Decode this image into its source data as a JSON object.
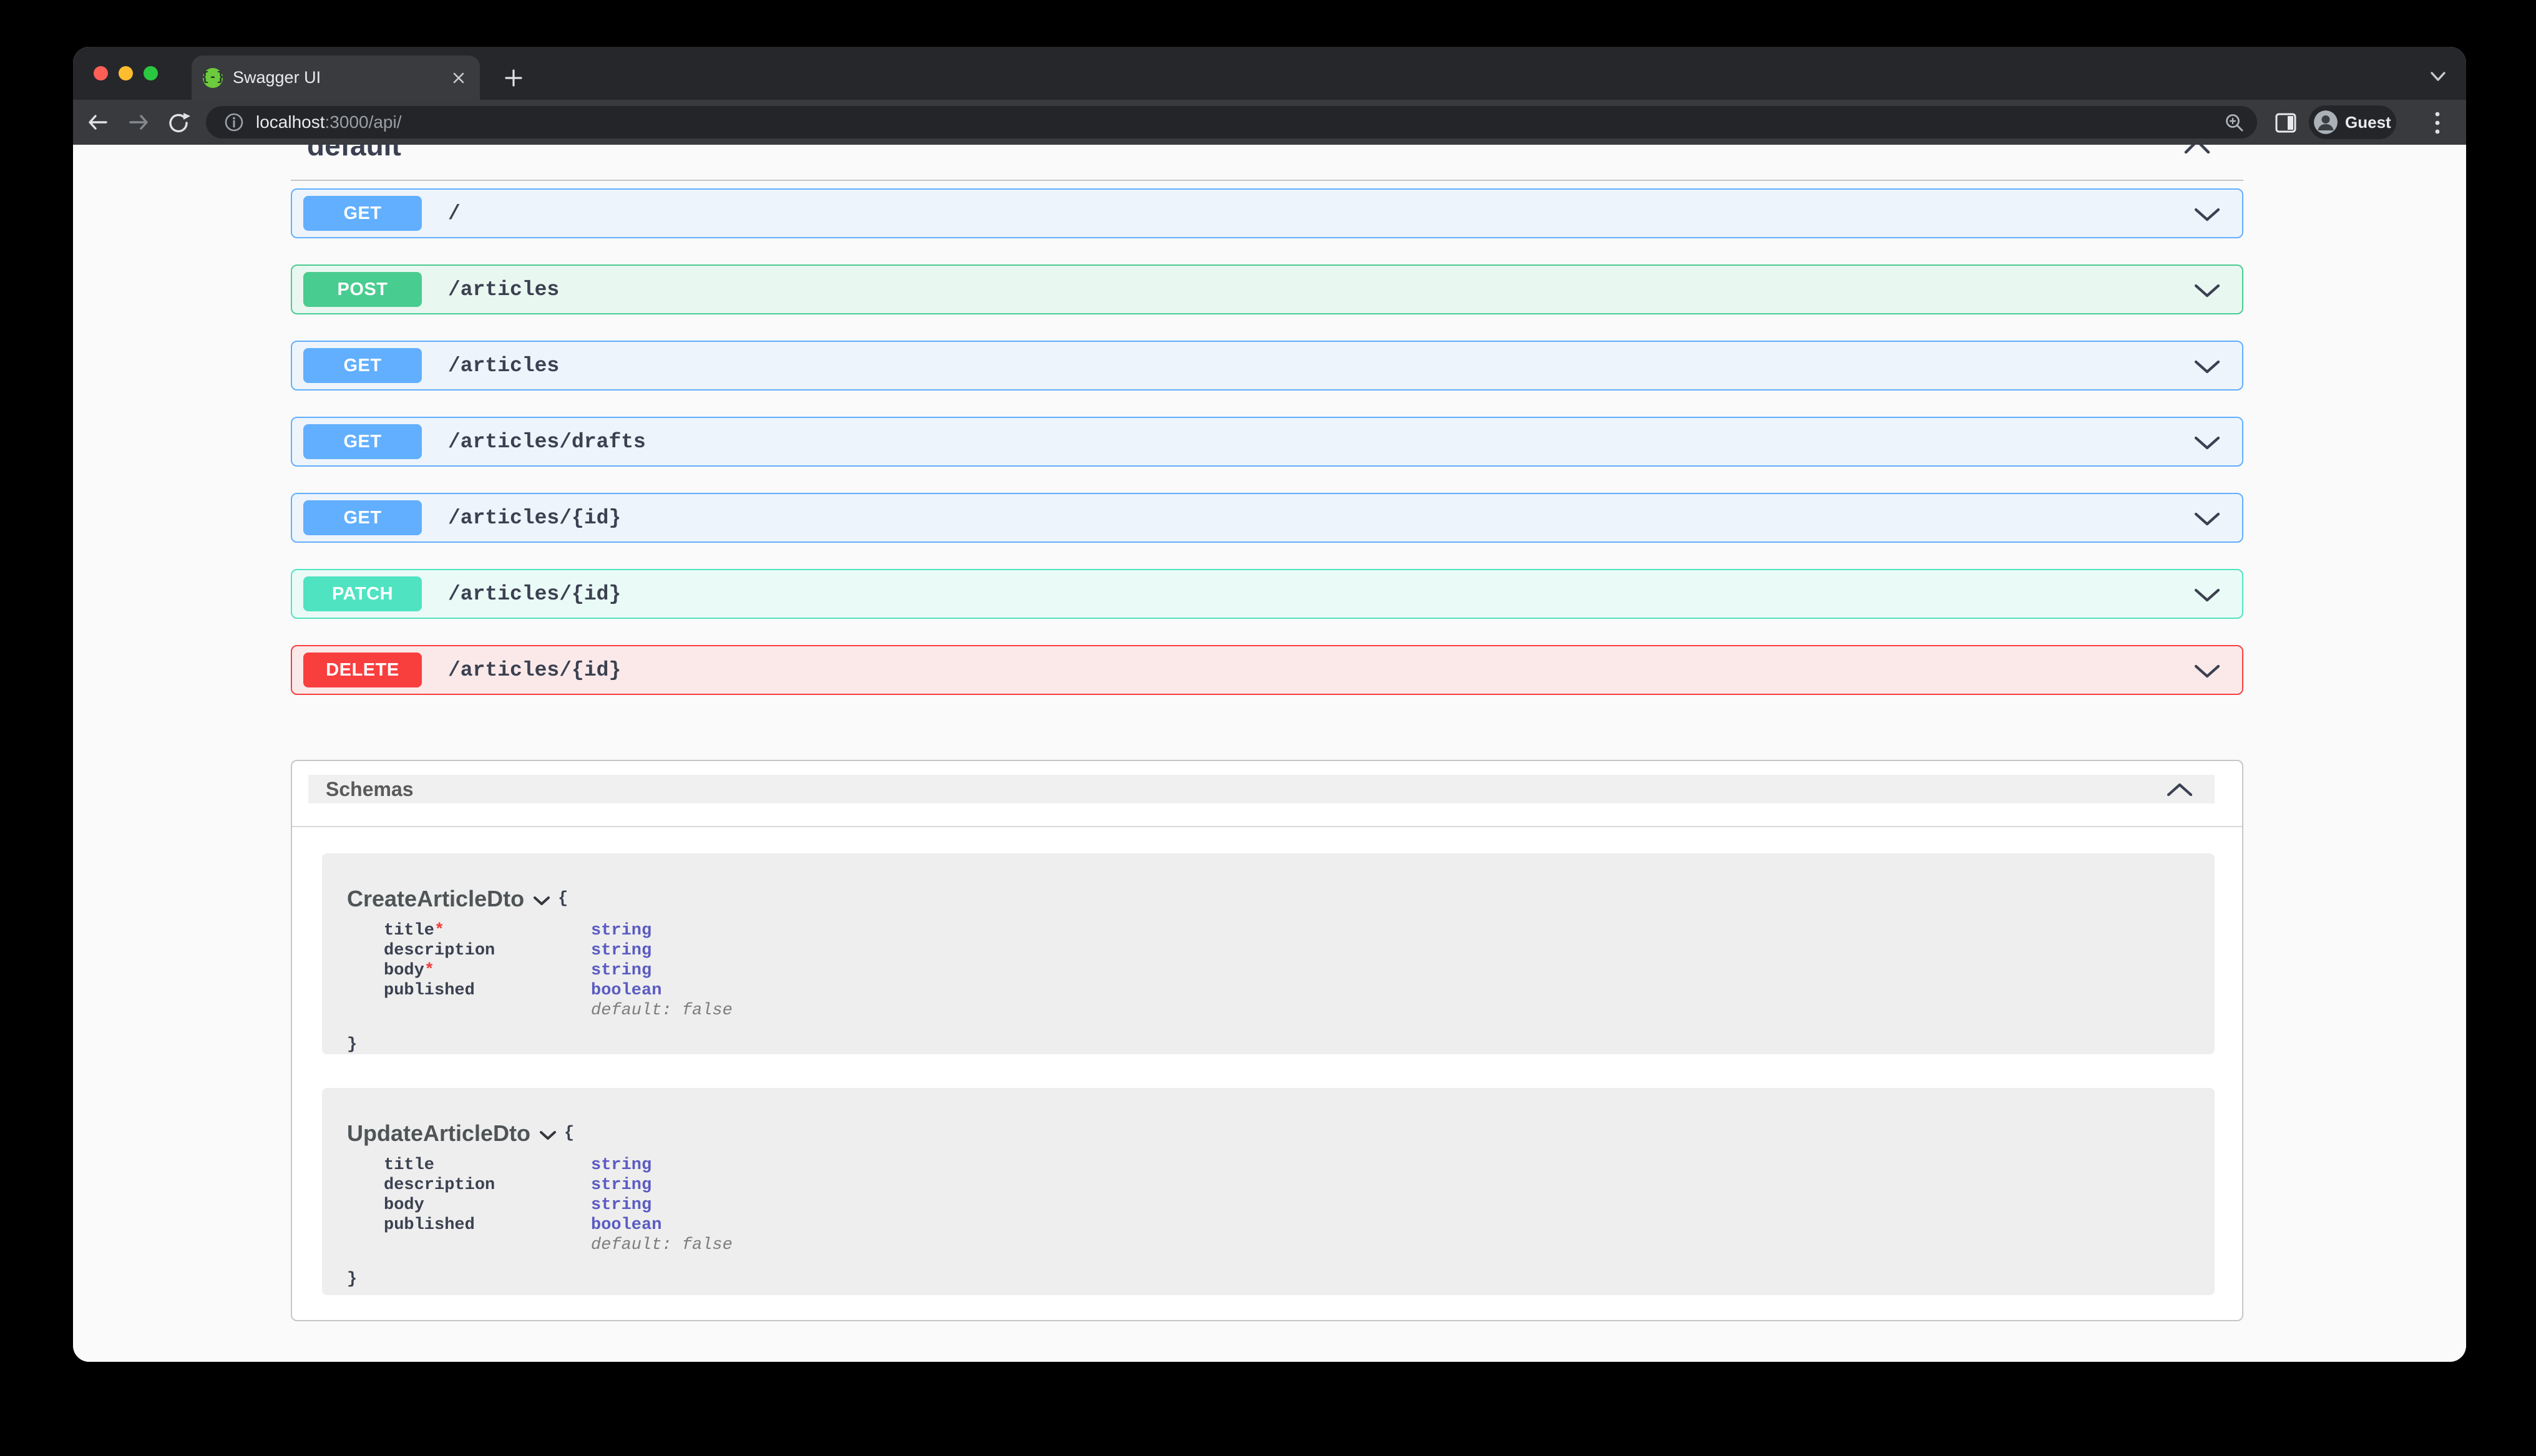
{
  "browser": {
    "tab_title": "Swagger UI",
    "favicon_glyph": "{-}",
    "url_host": "localhost",
    "url_path": ":3000/api/",
    "profile_label": "Guest"
  },
  "api": {
    "group_title": "default",
    "endpoints": [
      {
        "method": "GET",
        "path": "/"
      },
      {
        "method": "POST",
        "path": "/articles"
      },
      {
        "method": "GET",
        "path": "/articles"
      },
      {
        "method": "GET",
        "path": "/articles/drafts"
      },
      {
        "method": "GET",
        "path": "/articles/{id}"
      },
      {
        "method": "PATCH",
        "path": "/articles/{id}"
      },
      {
        "method": "DELETE",
        "path": "/articles/{id}"
      }
    ]
  },
  "schemas": {
    "title": "Schemas",
    "brace_open": "{",
    "brace_close": "}",
    "models": [
      {
        "name": "CreateArticleDto",
        "properties": [
          {
            "name": "title",
            "star": "*",
            "type": "string"
          },
          {
            "name": "description",
            "type": "string"
          },
          {
            "name": "body",
            "star": "*",
            "type": "string"
          },
          {
            "name": "published",
            "type": "boolean",
            "note": "default: false"
          }
        ]
      },
      {
        "name": "UpdateArticleDto",
        "properties": [
          {
            "name": "title",
            "type": "string"
          },
          {
            "name": "description",
            "type": "string"
          },
          {
            "name": "body",
            "type": "string"
          },
          {
            "name": "published",
            "type": "boolean",
            "note": "default: false"
          }
        ]
      }
    ]
  },
  "theme": {
    "get_color": "#61affe",
    "post_color": "#49cc90",
    "patch_color": "#50e3c2",
    "delete_color": "#f93e3e",
    "get_bg": "#edf4fc",
    "post_bg": "#e9f7f1",
    "patch_bg": "#eafaf7",
    "delete_bg": "#fbe9e9",
    "heading_color": "#3b4151",
    "type_color": "#5b5bc2",
    "required_color": "#f03e3e",
    "note_color": "#7d7d7d"
  }
}
